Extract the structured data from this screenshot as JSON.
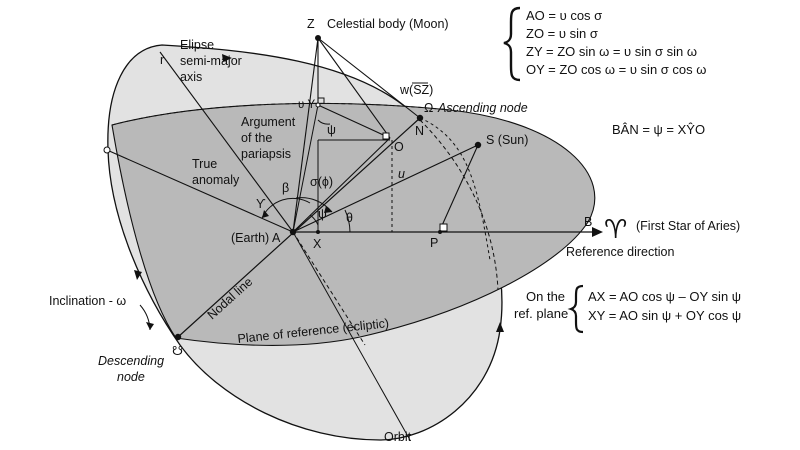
{
  "labels": {
    "z_point": "Z",
    "celestial_body": "Celestial body (Moon)",
    "ellipse_axis_1": "Elipse",
    "ellipse_axis_2": "semi-major",
    "ellipse_axis_3": "axis",
    "r": "r",
    "w_sz": "w(SZ)",
    "ascending_node_symbol": "Ω",
    "ascending_node": "Ascending node",
    "upsilon_y": "υ Y",
    "psi_upper": "ψ",
    "arg_1": "Argument",
    "arg_2": "of the",
    "arg_3": "pariapsis",
    "o_point": "O",
    "n_point": "N",
    "s_sun": "S (Sun)",
    "true_anomaly_1": "True",
    "true_anomaly_2": "anomaly",
    "sigma_phi": "σ(ϕ)",
    "beta": "β",
    "aries_small": "ϒ",
    "u": "u",
    "theta": "θ",
    "psi_lower": "ψ",
    "earth_a": "(Earth) A",
    "x_point": "X",
    "p_point": "P",
    "b_point": "B",
    "aries_symbol": "♈",
    "first_star": "(First Star of Aries)",
    "reference_direction": "Reference direction",
    "nodal_line": "Nodal line",
    "inclination": "Inclination - ω",
    "descending_symbol": "☋",
    "descending_1": "Descending",
    "descending_2": "node",
    "plane_of_reference": "Plane of reference (ecliptic)",
    "orbit": "Orbit",
    "ban_eq": "BÂN = ψ = XŶO"
  },
  "equations_top": [
    "AO = υ cos σ",
    "ZO = υ sin σ",
    "ZY = ZO sin ω = υ sin σ sin ω",
    "OY = ZO cos ω = υ sin σ cos ω"
  ],
  "equations_bottom": {
    "heading_1": "On the",
    "heading_2": "ref. plane",
    "lines": [
      "AX = AO cos ψ – OY sin ψ",
      "XY = AO sin ψ + OY cos ψ"
    ]
  },
  "colors": {
    "orbit_fill": "#e2e2e2",
    "plane_fill": "#b9b9b9",
    "stroke": "#111111"
  }
}
